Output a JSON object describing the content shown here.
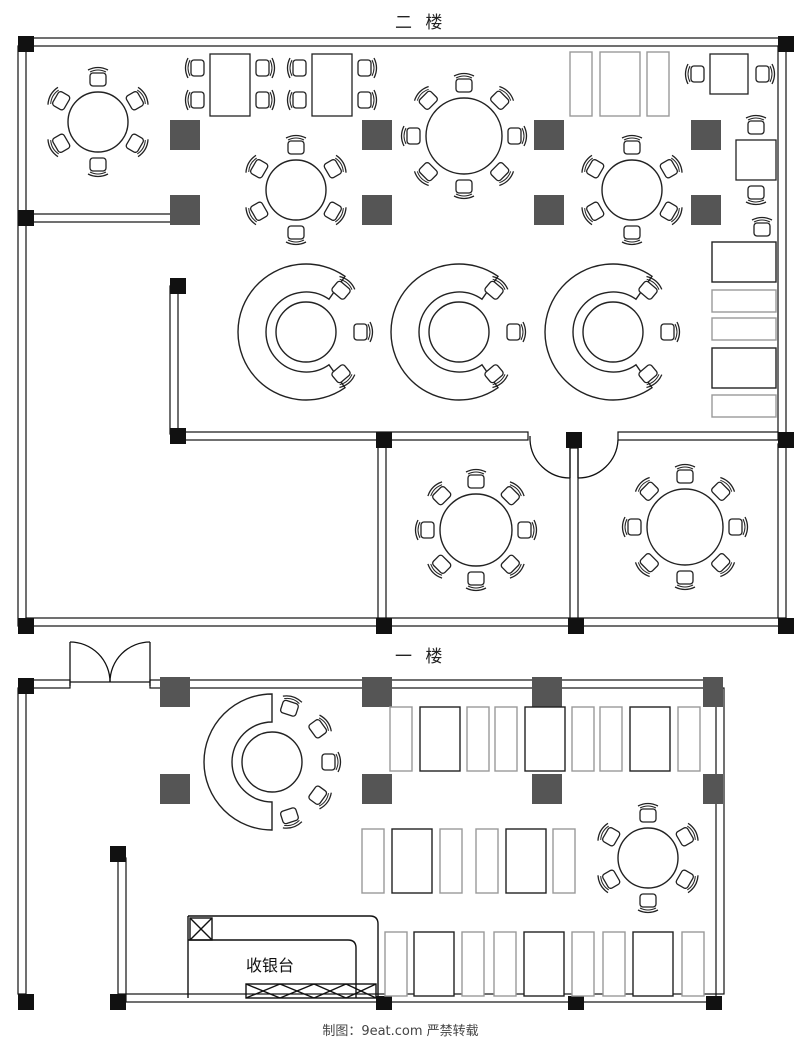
{
  "floors": [
    {
      "id": "upper",
      "label": "二 楼"
    },
    {
      "id": "lower",
      "label": "一 楼"
    }
  ],
  "cashier_label": "收银台",
  "footer": "制图：9eat.com  严禁转载",
  "colors": {
    "wall": "#111111",
    "column": "#555555",
    "furniture": "#222222",
    "furniture_light": "#999999"
  }
}
